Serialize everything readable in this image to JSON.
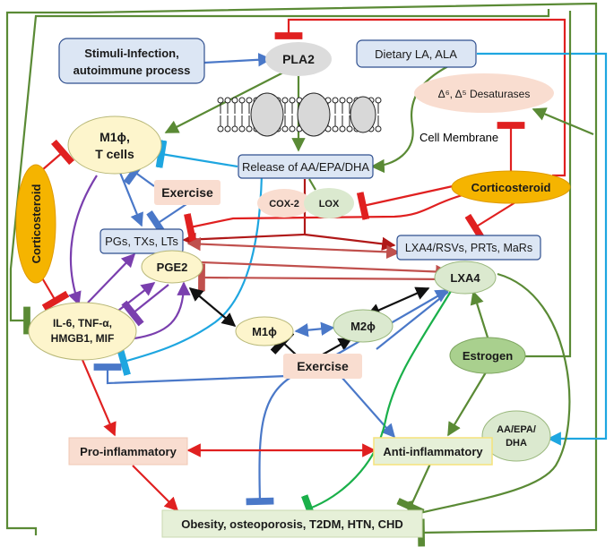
{
  "nodes": {
    "stimuli": {
      "line1": "Stimuli-Infection,",
      "line2": "autoimmune process"
    },
    "pla2": {
      "label": "PLA2"
    },
    "dietary": {
      "label": "Dietary LA, ALA"
    },
    "desaturases": {
      "label": "Δ⁶, Δ⁵ Desaturases"
    },
    "membrane": {
      "label": "Cell Membrane"
    },
    "m1_tcells": {
      "line1": "M1ϕ,",
      "line2": "T cells"
    },
    "release": {
      "label": "Release of AA/EPA/DHA"
    },
    "exercise_top": {
      "label": "Exercise"
    },
    "cox2": {
      "label": "COX-2"
    },
    "lox": {
      "label": "LOX"
    },
    "corticosteroid_right": {
      "label": "Corticosteroid"
    },
    "corticosteroid_left": {
      "label": "Corticosteroid"
    },
    "pgs": {
      "label": "PGs, TXs, LTs"
    },
    "lxa4_rsvs": {
      "label": "LXA4/RSVs, PRTs, MaRs"
    },
    "pge2": {
      "label": "PGE2"
    },
    "lxa4": {
      "label": "LXA4"
    },
    "cytokines": {
      "line1": "IL-6, TNF-α,",
      "line2": "HMGB1, MIF"
    },
    "m1": {
      "label": "M1ϕ"
    },
    "m2": {
      "label": "M2ϕ"
    },
    "exercise_mid": {
      "label": "Exercise"
    },
    "estrogen": {
      "label": "Estrogen"
    },
    "aa_epa_dha": {
      "line1": "AA/EPA/",
      "line2": "DHA"
    },
    "pro_inflammatory": {
      "label": "Pro-inflammatory"
    },
    "anti_inflammatory": {
      "label": "Anti-inflammatory"
    },
    "obesity": {
      "label": "Obesity, osteoporosis, T2DM, HTN, CHD"
    }
  },
  "colors": {
    "green": "#5a8a35",
    "red": "#e02020",
    "blue": "#4a78c8",
    "cyan": "#1ea6e0",
    "purple": "#7a3fae",
    "brown": "#c0504d",
    "darkred": "#b01818",
    "black": "#111111",
    "brightgreen": "#1ab04a",
    "box_blue": "#dce6f4",
    "box_peach": "#f9ddd0",
    "oval_yellow": "#fdf5cc",
    "oval_green": "#dbe9cf",
    "gold": "#f5b400",
    "pla2_gray": "#dcdcdc"
  }
}
